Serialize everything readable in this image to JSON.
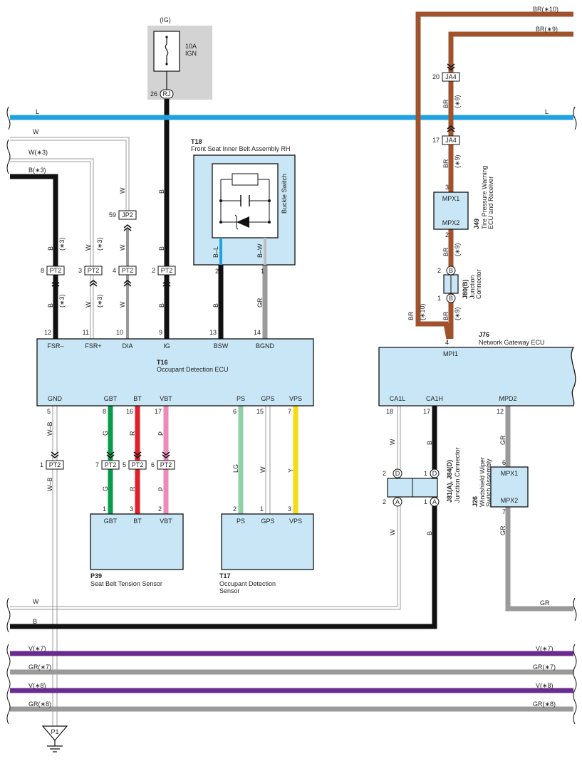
{
  "colors": {
    "L": "#1fa3e0",
    "BR": "#a0522d",
    "B": "#111111",
    "GR": "#9a9a9a",
    "V": "#6a2a8e",
    "G": "#0a9b4a",
    "R": "#e3202a",
    "P": "#ee8ab8",
    "LG": "#8fd1a4",
    "Y": "#f5dc10",
    "W": "#bdbdbd",
    "box": "#c8e6f5",
    "fusebg": "#d3d3d3"
  },
  "icons": [
    "fuse-icon",
    "ground-icon",
    "diode-icon",
    "capacitor-icon",
    "arrow-connector-icon"
  ],
  "fuse": {
    "source": "(IG)",
    "rating": "10A",
    "name": "IGN",
    "connector": "RJ",
    "pin": "26"
  },
  "buses": [
    {
      "id": "L",
      "left": "L",
      "right": "L"
    },
    {
      "id": "W-top",
      "left": "W"
    },
    {
      "id": "W3",
      "left": "W(∗3)"
    },
    {
      "id": "B3",
      "left": "B(∗3)"
    },
    {
      "id": "BR10",
      "right": "BR(∗10)"
    },
    {
      "id": "BR9",
      "right": "BR(∗9)"
    },
    {
      "id": "W-bot",
      "left": "W"
    },
    {
      "id": "B-bot",
      "left": "B"
    },
    {
      "id": "V7",
      "left": "V(∗7)",
      "right": "V(∗7)"
    },
    {
      "id": "GR7",
      "left": "GR(∗7)",
      "right": "GR(∗7)"
    },
    {
      "id": "V8",
      "left": "V(∗8)",
      "right": "V(∗8)"
    },
    {
      "id": "GR8",
      "left": "GR(∗8)",
      "right": "GR(∗8)"
    },
    {
      "id": "GR-right",
      "right": "GR"
    }
  ],
  "components": {
    "t18": {
      "code": "T18",
      "name": "Front Seat Inner Belt Assembly RH",
      "switch": "Buckle Switch",
      "pins": [
        "2",
        "1"
      ],
      "wires": [
        "B–L",
        "B–W"
      ]
    },
    "t16": {
      "code": "T16",
      "name": "Occupant Detection ECU",
      "top_pins": [
        {
          "t": "FSR–",
          "n": "12",
          "w": "B"
        },
        {
          "t": "FSR+",
          "n": "11",
          "w": "W"
        },
        {
          "t": "DIA",
          "n": "10",
          "w": "W"
        },
        {
          "t": "IG",
          "n": "9",
          "w": "B"
        },
        {
          "t": "BSW",
          "n": "13",
          "w": "B"
        },
        {
          "t": "BGND",
          "n": "14",
          "w": "GR"
        }
      ],
      "bottom_pins": [
        {
          "t": "GND",
          "n": "5"
        },
        {
          "t": "GBT",
          "n": "8"
        },
        {
          "t": "BT",
          "n": "16"
        },
        {
          "t": "VBT",
          "n": "17"
        },
        {
          "t": "PS",
          "n": "6"
        },
        {
          "t": "GPS",
          "n": "15"
        },
        {
          "t": "VPS",
          "n": "7"
        }
      ]
    },
    "p39": {
      "code": "P39",
      "name": "Seat Belt Tension Sensor",
      "pins": [
        {
          "t": "GBT",
          "n": "1",
          "w": "G"
        },
        {
          "t": "BT",
          "n": "3",
          "w": "R"
        },
        {
          "t": "VBT",
          "n": "2",
          "w": "P"
        }
      ]
    },
    "t17": {
      "code": "T17",
      "name_line1": "Occupant Detection",
      "name_line2": "Sensor",
      "pins": [
        {
          "t": "PS",
          "n": "2",
          "w": "LG"
        },
        {
          "t": "GPS",
          "n": "1",
          "w": "W"
        },
        {
          "t": "VPS",
          "n": "3",
          "w": "Y"
        }
      ]
    },
    "j76": {
      "code": "J76",
      "name": "Network Gateway ECU",
      "top_pin": {
        "t": "MPI1",
        "n": "4"
      },
      "bottom_pins": [
        {
          "t": "CA1L",
          "n": "18",
          "w": "W"
        },
        {
          "t": "CA1H",
          "n": "17",
          "w": "B"
        },
        {
          "t": "MPD2",
          "n": "12",
          "w": "GR"
        }
      ]
    },
    "j49": {
      "code": "J49",
      "name_line1": "Tire Pressure Warning",
      "name_line2": "ECU and Receiver",
      "pins": [
        {
          "t": "MPX1",
          "n": "3"
        },
        {
          "t": "MPX2",
          "n": "2"
        }
      ]
    },
    "j80": {
      "code": "J80(B)",
      "name_line1": "Junction",
      "name_line2": "Connector",
      "pins": [
        "2",
        "1"
      ],
      "pin_letter": "B"
    },
    "j81": {
      "code": "J81(A), J84(D)",
      "name": "Junction Connector",
      "pins": [
        {
          "n": "2",
          "l": "D"
        },
        {
          "n": "1",
          "l": "D"
        },
        {
          "n": "2",
          "l": "A"
        },
        {
          "n": "1",
          "l": "A"
        }
      ]
    },
    "j26": {
      "code": "J26",
      "name_line1": "Windshield Wiper",
      "name_line2": "Switch Assembly",
      "pins": [
        {
          "t": "MPX1",
          "n": "6"
        },
        {
          "t": "MPX2",
          "n": "7"
        }
      ]
    },
    "p1": {
      "code": "P1"
    }
  },
  "connectors": {
    "pt2_top": [
      {
        "n": "8",
        "c": "PT2",
        "w": "B",
        "tag": "(∗3)"
      },
      {
        "n": "3",
        "c": "PT2",
        "w": "W",
        "tag": "(∗3)"
      },
      {
        "n": "4",
        "c": "PT2",
        "w": "W"
      },
      {
        "n": "2",
        "c": "PT2",
        "w": "B"
      }
    ],
    "jp2": {
      "n": "59",
      "c": "JP2",
      "w": "W"
    },
    "ja4": [
      {
        "n": "20",
        "c": "JA4"
      },
      {
        "n": "17",
        "c": "JA4"
      }
    ],
    "br_tag": "BR",
    "br_paren": "(∗9)",
    "br10_tag": "BR",
    "br10_paren": "(∗10)",
    "pt2_bottom": [
      {
        "n": "7",
        "c": "PT2",
        "w": "G"
      },
      {
        "n": "5",
        "c": "PT2",
        "w": "R"
      },
      {
        "n": "6",
        "c": "PT2",
        "w": "P"
      }
    ],
    "pt2_gnd": {
      "n": "1",
      "c": "PT2",
      "w": "W–B"
    },
    "wb": "W–B"
  }
}
